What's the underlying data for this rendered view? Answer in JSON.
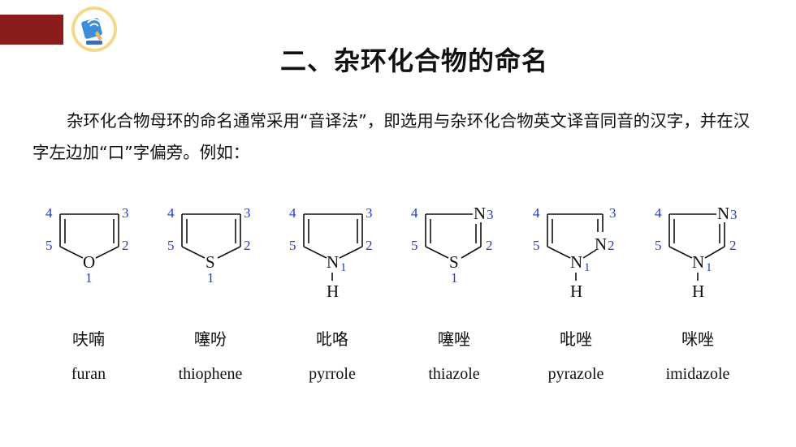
{
  "title": "二、杂环化合物的命名",
  "paragraph": "杂环化合物母环的命名通常采用“音译法”，即选用与杂环化合物英文译音同音的汉字，并在汉字左边加“口”字偏旁。例如：",
  "compounds": [
    {
      "chinese": "呋喃",
      "english": "furan",
      "atom": "O",
      "pos1": "1",
      "positions": [
        "2",
        "3",
        "4",
        "5"
      ]
    },
    {
      "chinese": "噻吩",
      "english": "thiophene",
      "atom": "S",
      "pos1": "1",
      "positions": [
        "2",
        "3",
        "4",
        "5"
      ]
    },
    {
      "chinese": "吡咯",
      "english": "pyrrole",
      "atom": "N",
      "h": "H",
      "pos1": "1",
      "positions": [
        "2",
        "3",
        "4",
        "5"
      ]
    },
    {
      "chinese": "噻唑",
      "english": "thiazole",
      "atom": "S",
      "n3": "N",
      "pos1": "1",
      "positions": [
        "2",
        "3",
        "4",
        "5"
      ]
    },
    {
      "chinese": "吡唑",
      "english": "pyrazole",
      "atom": "N",
      "n2": "N",
      "h": "H",
      "pos1": "1",
      "positions": [
        "2",
        "3",
        "4",
        "5"
      ]
    },
    {
      "chinese": "咪唑",
      "english": "imidazole",
      "atom": "N",
      "n3": "N",
      "h": "H",
      "pos1": "1",
      "positions": [
        "2",
        "3",
        "4",
        "5"
      ]
    }
  ],
  "colors": {
    "accent": "#8b1c1c",
    "locant": "#1f3bd6"
  }
}
